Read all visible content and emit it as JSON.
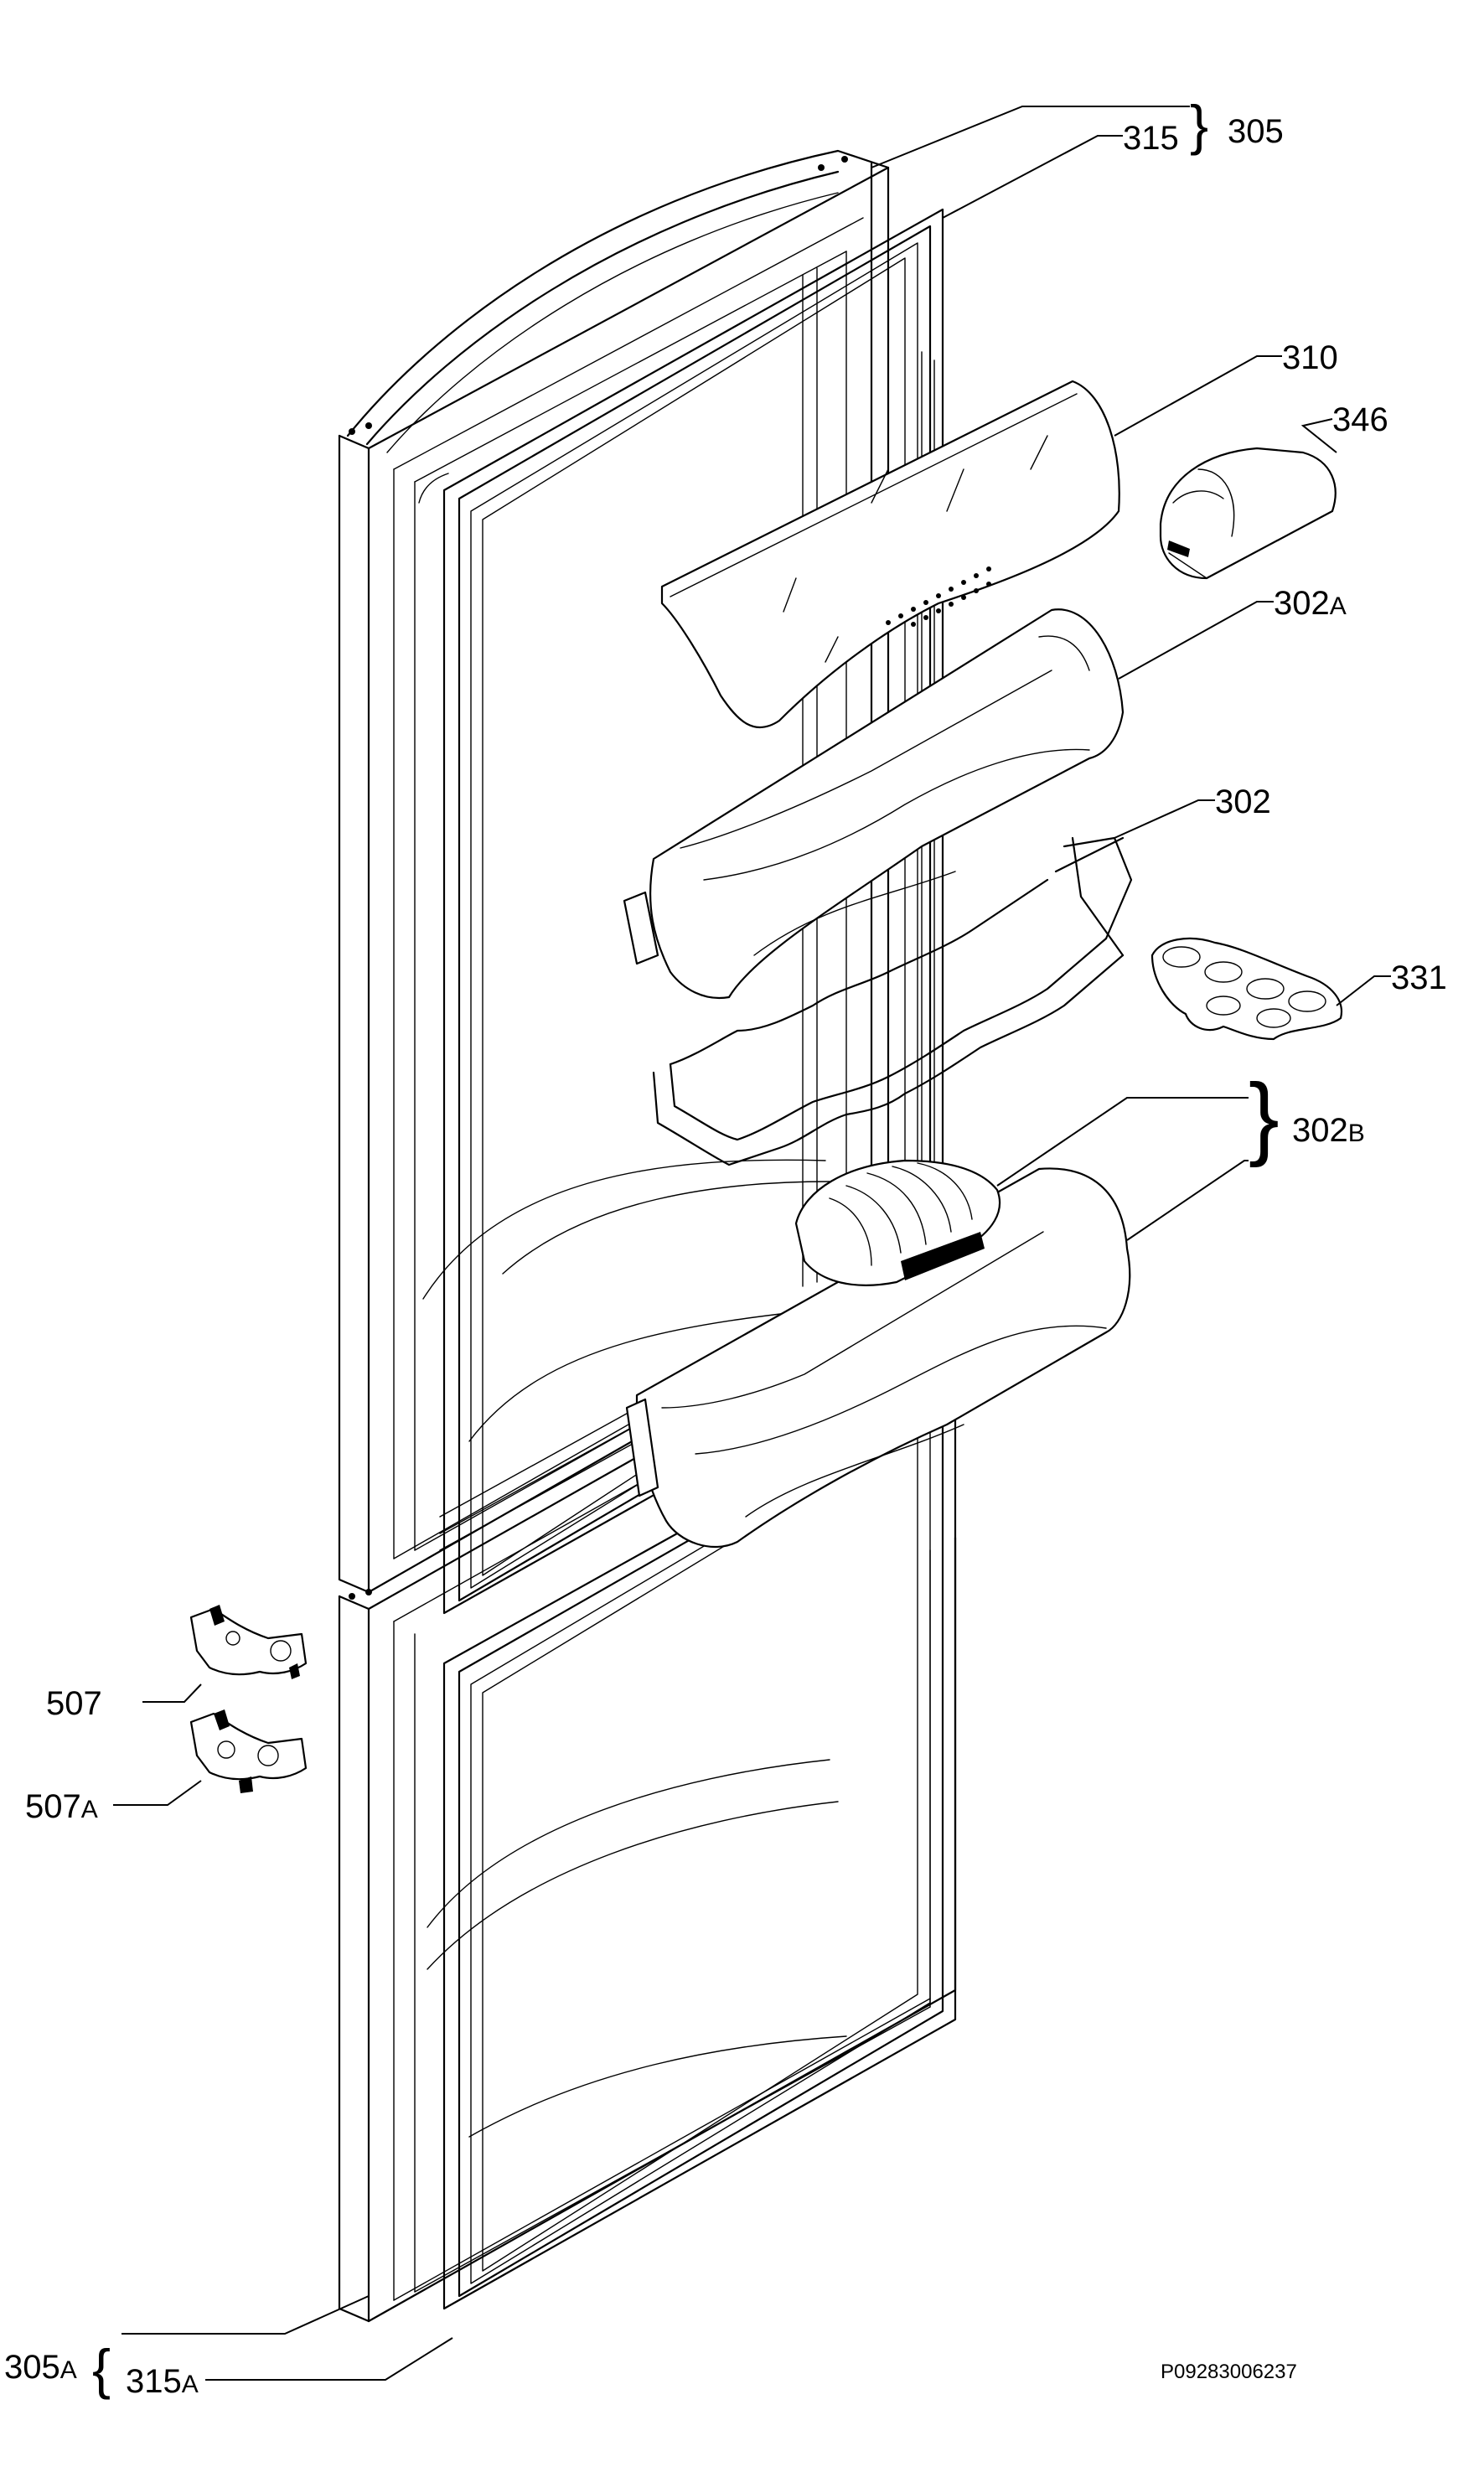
{
  "diagram": {
    "labels": {
      "p305": "305",
      "p315": "315",
      "p310": "310",
      "p346": "346",
      "p302a_num": "302",
      "p302a_suf": "A",
      "p302": "302",
      "p331": "331",
      "p302b_num": "302",
      "p302b_suf": "B",
      "p507": "507",
      "p507a_num": "507",
      "p507a_suf": "A",
      "p305a_num": "305",
      "p305a_suf": "A",
      "p315a_num": "315",
      "p315a_suf": "A"
    },
    "brace_open": "{",
    "brace_close": "}",
    "code": "P09283006237"
  }
}
